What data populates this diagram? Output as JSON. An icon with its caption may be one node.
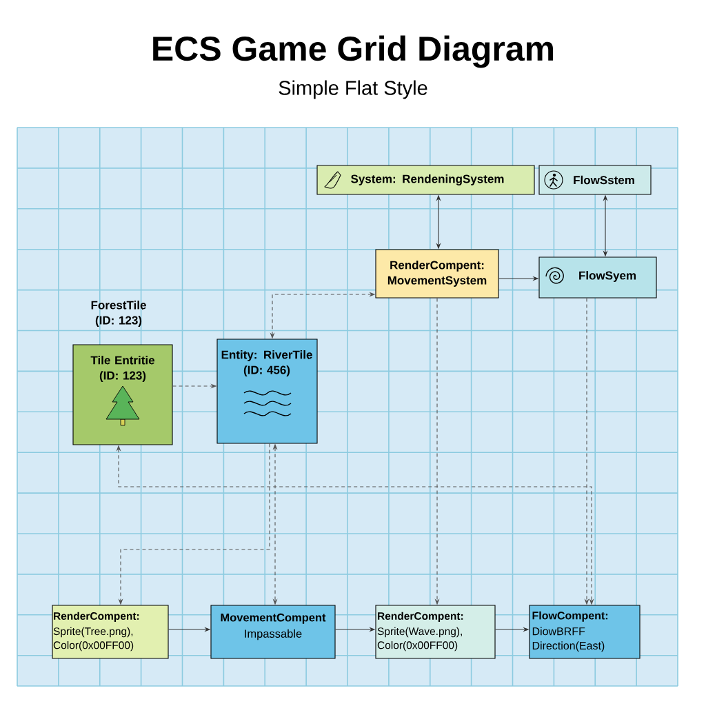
{
  "diagram": {
    "title": "ECS Game Grid Diagram",
    "caption": "Simple Flat Style",
    "nodes": [
      {
        "text": [
          "System: RendeningSystem"
        ]
      },
      {
        "text": [
          "FlowSstem"
        ]
      },
      {
        "text": [
          "RenderCompent: MovementSystem"
        ]
      },
      {
        "text": [
          "FlowSyem"
        ]
      },
      {
        "text": [
          "ForestTile (ID: 123)",
          "Tile Entritie (ID: 123)"
        ]
      },
      {
        "text": [
          "Entity: RiverTile (ID: 456)"
        ]
      },
      {
        "text": [
          "RenderCompent:",
          "Sprite(Tree.png), Color(0x00FF00)"
        ]
      },
      {
        "text": [
          "MovementCompent",
          "Impassable"
        ]
      },
      {
        "text": [
          "RenderCompent:",
          "Sprite(Wave.png), Color(0x00FF00)"
        ]
      },
      {
        "text": [
          "FlowCompent:",
          "DiowBRFF Direction(East)"
        ]
      }
    ],
    "edges": [
      {
        "from": 0,
        "to": 2,
        "arrow": "both"
      },
      {
        "from": 1,
        "to": 3,
        "arrow": "both"
      },
      {
        "from": 2,
        "to": 3,
        "arrow": "to"
      },
      {
        "from": 4,
        "to": 5,
        "arrow": "to",
        "style": "dashed"
      },
      {
        "from": 2,
        "to": 5,
        "arrow": "both",
        "style": "dashed"
      },
      {
        "from": 2,
        "to": 8,
        "arrow": "to",
        "style": "dashed"
      },
      {
        "from": 3,
        "to": 9,
        "arrow": "to",
        "style": "dashed"
      },
      {
        "from": 4,
        "to": 9,
        "arrow": "both",
        "style": "dashed"
      },
      {
        "from": 5,
        "to": 7,
        "arrow": "both",
        "style": "dashed"
      },
      {
        "from": 5,
        "to": 6,
        "arrow": "to",
        "style": "dashed"
      },
      {
        "from": 6,
        "to": 7,
        "arrow": "to"
      },
      {
        "from": 7,
        "to": 8,
        "arrow": "to"
      },
      {
        "from": 8,
        "to": 9,
        "arrow": "to"
      }
    ]
  }
}
